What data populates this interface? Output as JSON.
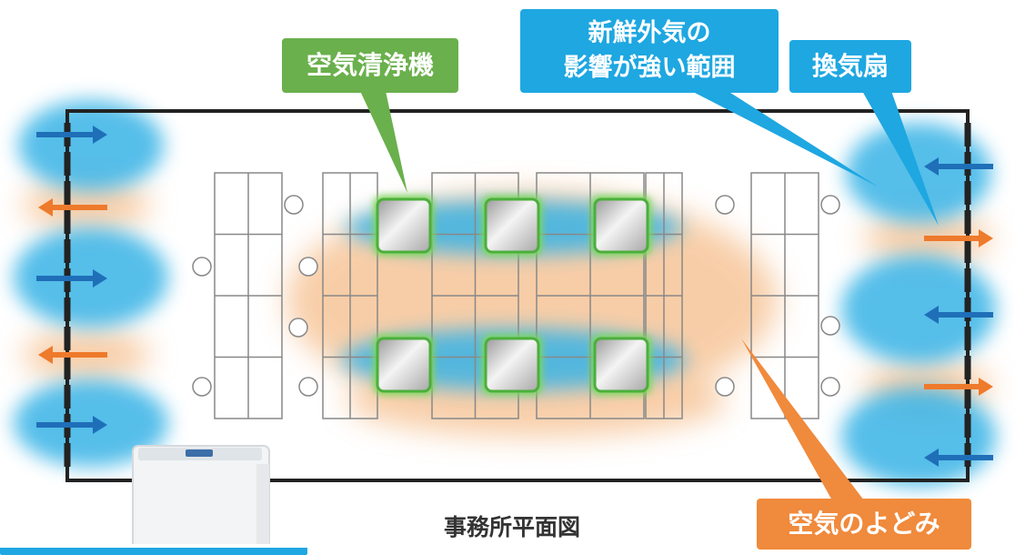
{
  "labels": {
    "air_purifier": "空気清浄機",
    "fresh_air_line1": "新鮮外気の",
    "fresh_air_line2": "影響が強い範囲",
    "exhaust_fan": "換気扇",
    "stagnant_air": "空気のよどみ"
  },
  "plan_title": "事務所平面図",
  "colors": {
    "fresh_air": "#1ea7e1",
    "stagnant_air": "#f08a3c",
    "purifier": "#6ab04c",
    "fresh_arrow": "#1f6fb8",
    "stale_arrow": "#ee7a2c",
    "wall": "#222222"
  },
  "icons": {
    "inflow_arrow": "arrow-right-icon",
    "outflow_arrow": "arrow-left-icon",
    "purifier_unit": "air-purifier-icon",
    "chair": "circle-chair-icon"
  }
}
